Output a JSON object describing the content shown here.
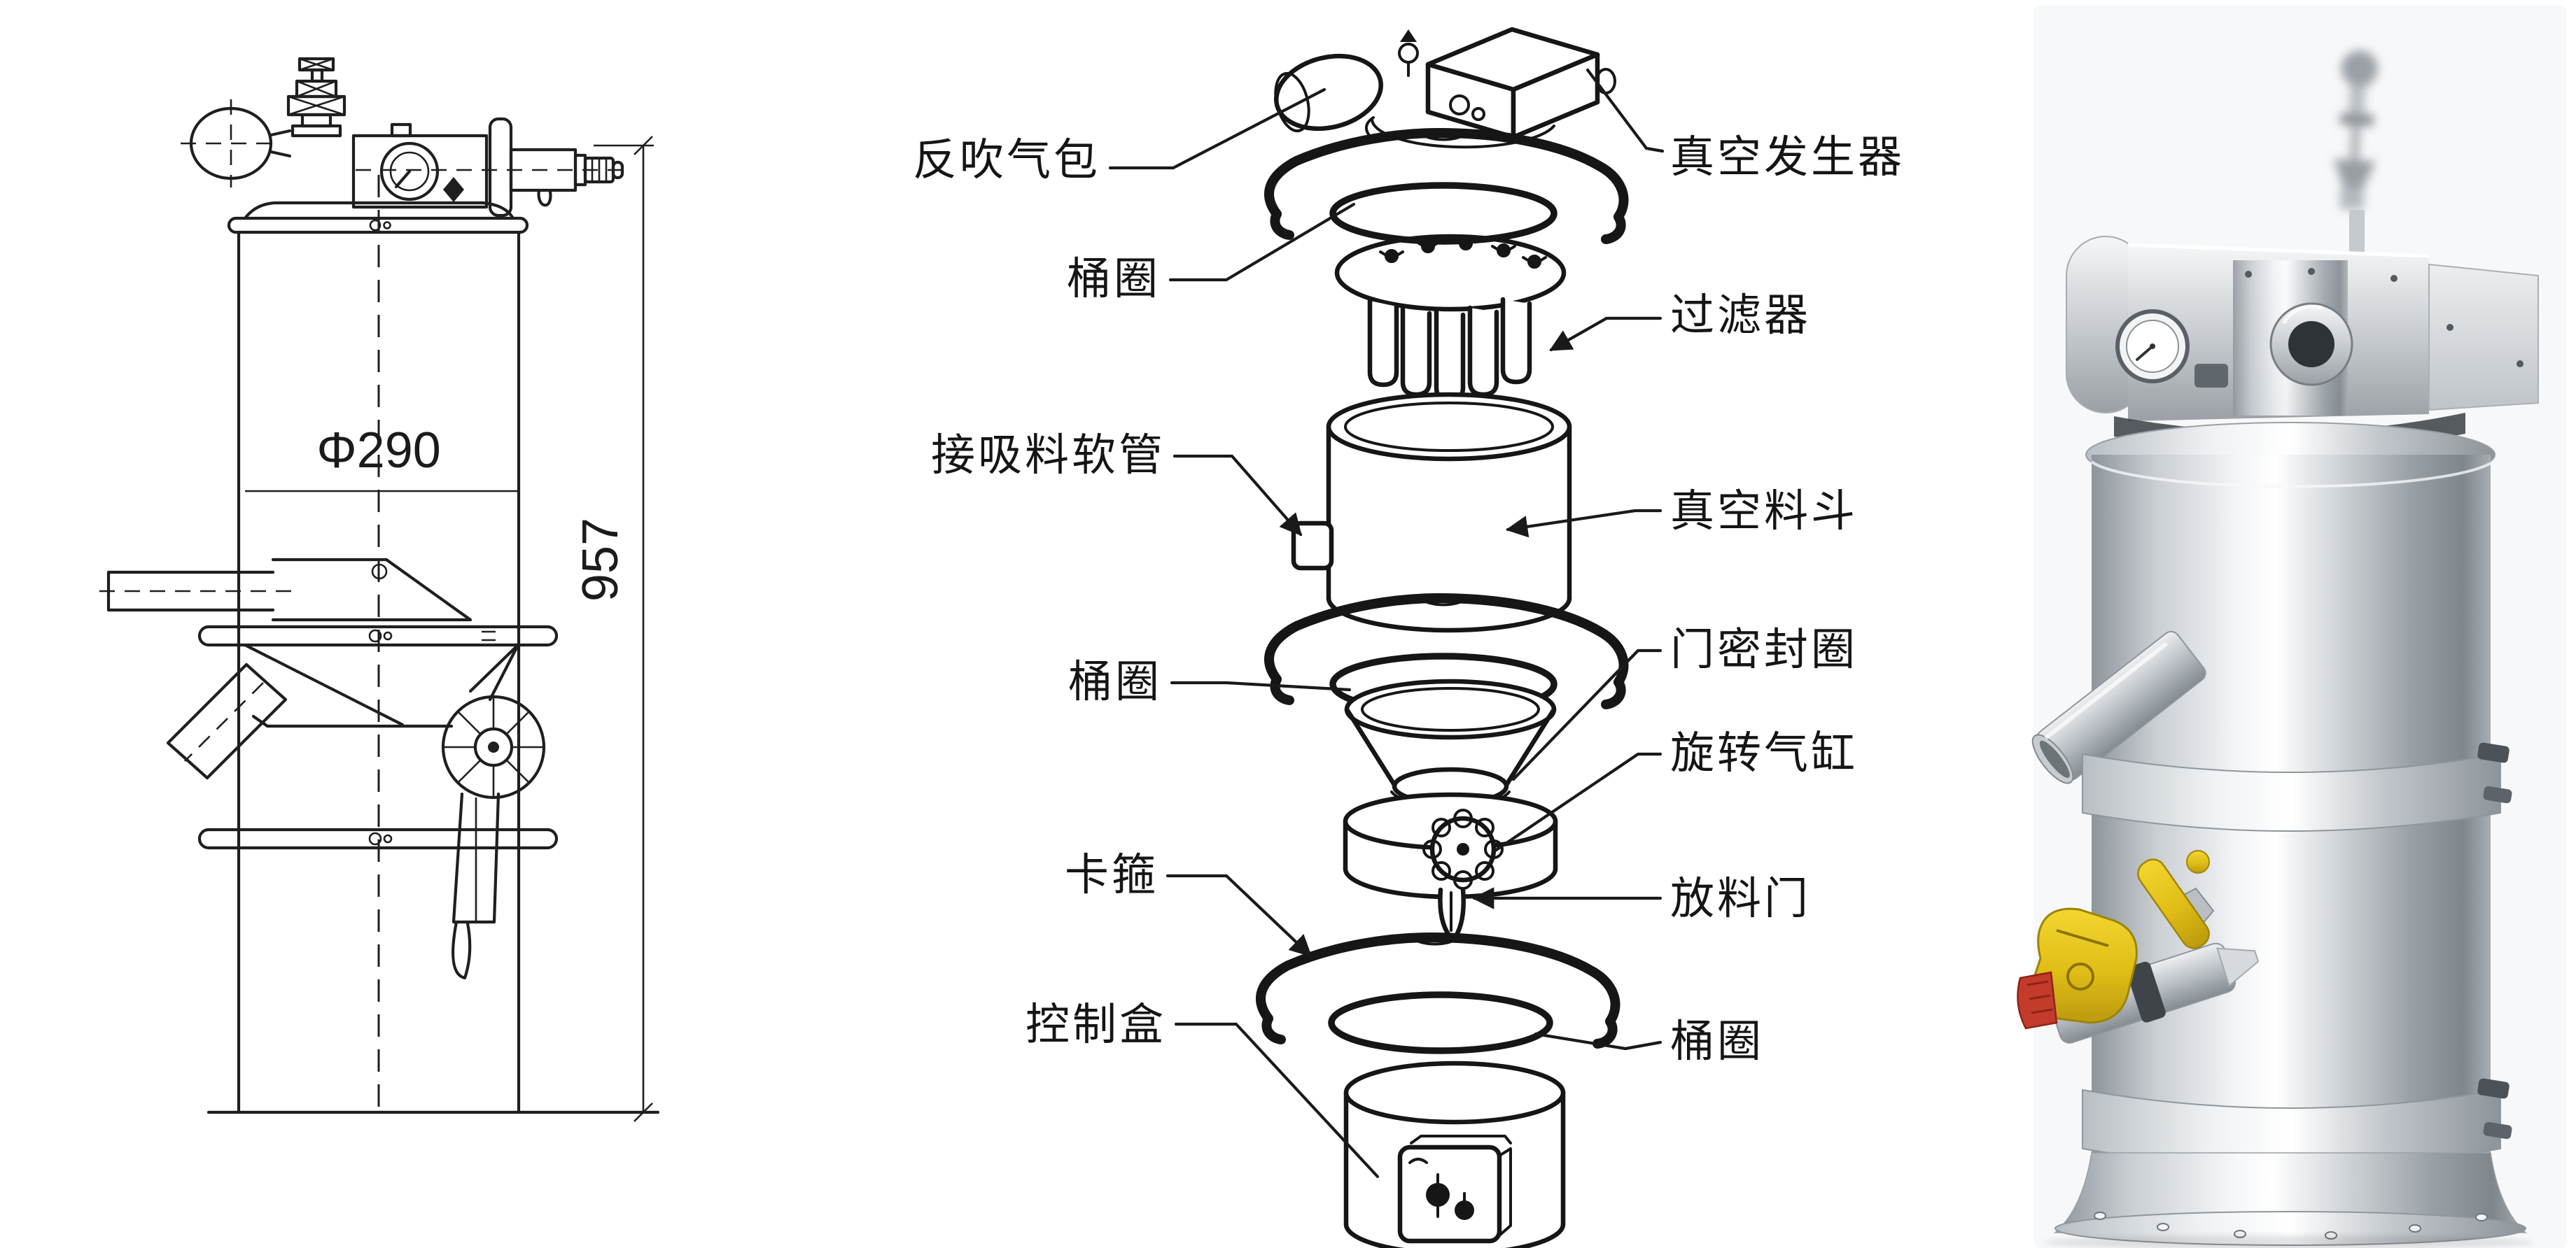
{
  "page": {
    "background": "#ffffff"
  },
  "left_drawing": {
    "diameter_label": "Φ290",
    "height_label": "957",
    "line_color": "#1f1f1f"
  },
  "exploded_diagram": {
    "line_color": "#161616",
    "labels_left": [
      {
        "text": "反吹气包"
      },
      {
        "text": "桶圈"
      },
      {
        "text": "接吸料软管"
      },
      {
        "text": "桶圈"
      },
      {
        "text": "卡箍"
      },
      {
        "text": "控制盒"
      }
    ],
    "labels_right": [
      {
        "text": "真空发生器"
      },
      {
        "text": "过滤器"
      },
      {
        "text": "真空料斗"
      },
      {
        "text": "门密封圈"
      },
      {
        "text": "旋转气缸"
      },
      {
        "text": "放料门"
      },
      {
        "text": "桶圈"
      }
    ]
  },
  "product_photo": {
    "steel_light": "#f2f4f6",
    "steel_mid": "#c9ced3",
    "steel_dark": "#8e959b",
    "valve_yellow": "#e8c81f",
    "valve_yellow_dark": "#b89a10",
    "knob_red": "#c23b2b",
    "backdrop": "#f7f8f9"
  }
}
